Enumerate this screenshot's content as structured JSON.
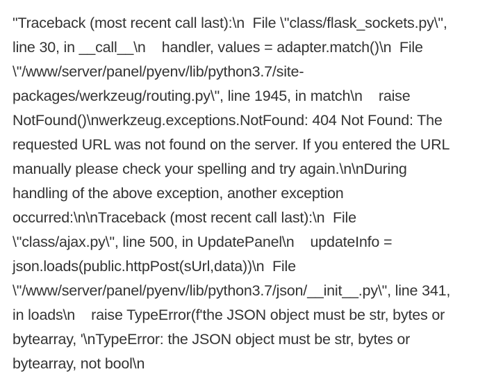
{
  "error_output": {
    "lines": [
      "\"Traceback (most recent call last):\\n  File \\\"class/flask_sockets.py\\\",",
      "line 30, in __call__\\n    handler, values = adapter.match()\\n  File",
      "\\\"/www/server/panel/pyenv/lib/python3.7/site-",
      "packages/werkzeug/routing.py\\\", line 1945, in match\\n    raise",
      "NotFound()\\nwerkzeug.exceptions.NotFound: 404 Not Found: The",
      "requested URL was not found on the server. If you entered the URL",
      "manually please check your spelling and try again.\\n\\nDuring",
      "handling of the above exception, another exception",
      "occurred:\\n\\nTraceback (most recent call last):\\n  File",
      "\\\"class/ajax.py\\\", line 500, in UpdatePanel\\n    updateInfo =",
      "json.loads(public.httpPost(sUrl,data))\\n  File",
      "\\\"/www/server/panel/pyenv/lib/python3.7/json/__init__.py\\\", line 341,",
      "in loads\\n    raise TypeError(f'the JSON object must be str, bytes or",
      "bytearray, '\\nTypeError: the JSON object must be str, bytes or",
      "bytearray, not bool\\n"
    ]
  }
}
